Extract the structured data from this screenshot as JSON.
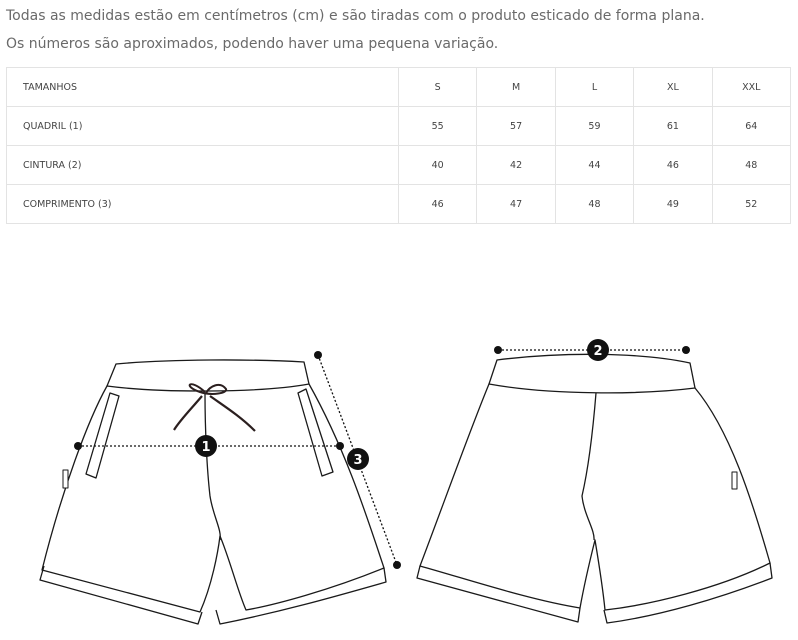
{
  "intro": {
    "line1": "Todas as medidas estão em centímetros (cm) e são tiradas com o produto esticado de forma plana.",
    "line2": "Os números são aproximados, podendo haver uma pequena variação."
  },
  "table": {
    "headers": [
      "TAMANHOS",
      "S",
      "M",
      "L",
      "XL",
      "XXL"
    ],
    "rows": [
      [
        "QUADRIL (1)",
        "55",
        "57",
        "59",
        "61",
        "64"
      ],
      [
        "CINTURA (2)",
        "40",
        "42",
        "44",
        "46",
        "48"
      ],
      [
        "COMPRIMENTO (3)",
        "46",
        "47",
        "48",
        "49",
        "52"
      ]
    ]
  },
  "diagram": {
    "markers": [
      "1",
      "2",
      "3"
    ]
  }
}
